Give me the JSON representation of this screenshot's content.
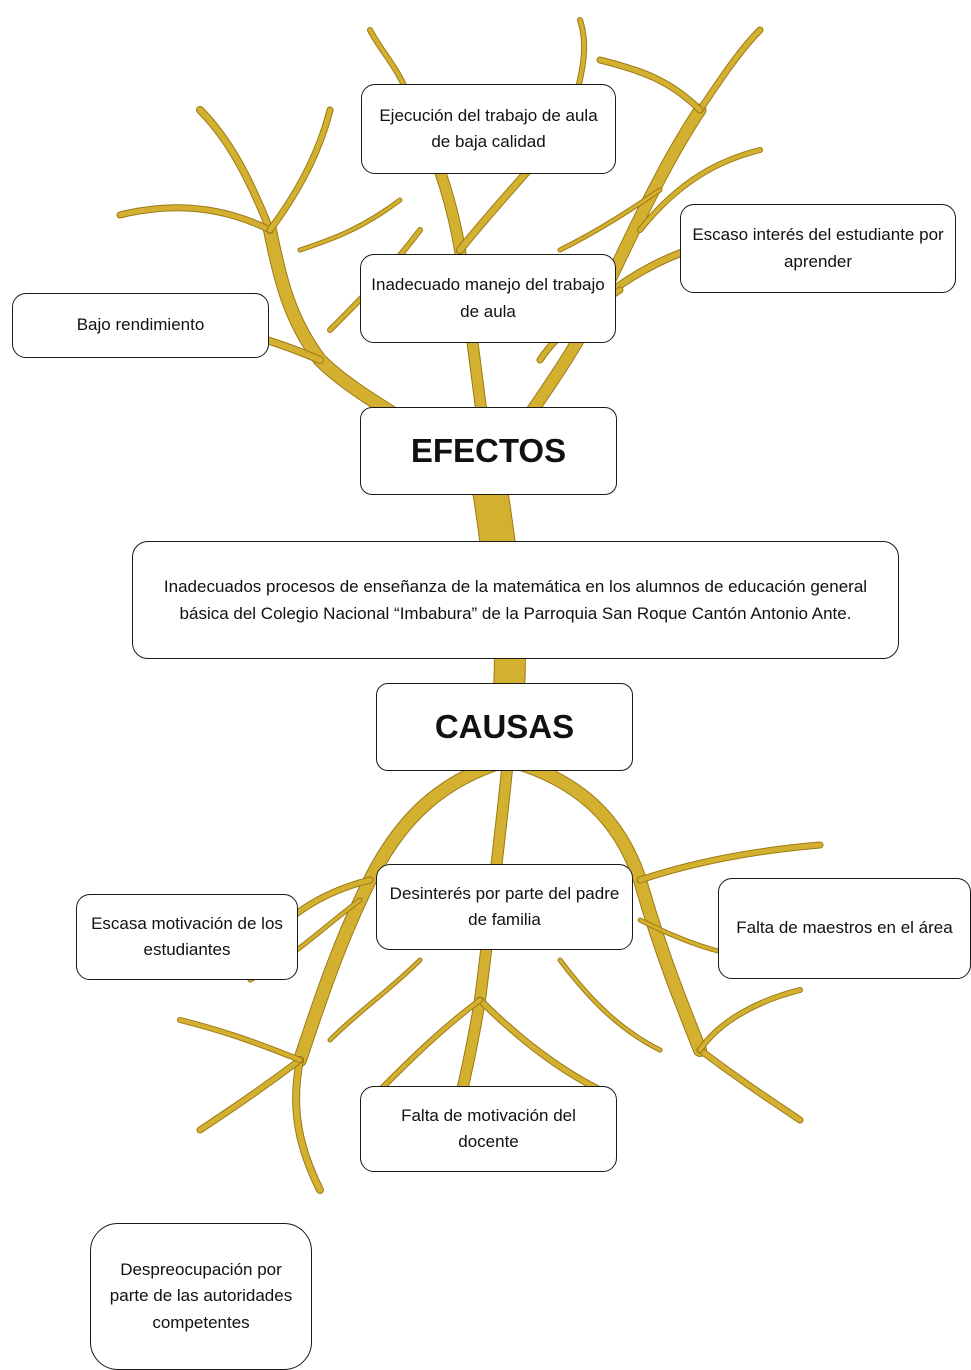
{
  "diagram": {
    "effects_title": "EFECTOS",
    "causes_title": "CAUSAS",
    "problem": "Inadecuados procesos de enseñanza de la matemática en los alumnos de educación general básica del Colegio Nacional “Imbabura” de la Parroquia San Roque Cantón Antonio Ante.",
    "effects": [
      "Ejecución del trabajo de aula de baja calidad",
      "Escaso interés del estudiante por aprender",
      "Inadecuado manejo del trabajo de aula",
      "Bajo rendimiento"
    ],
    "causes": [
      "Desinterés por parte del padre de familia",
      "Escasa motivación de los estudiantes",
      "Falta de maestros en el área",
      "Falta de motivación del docente",
      "Despreocupación por parte de las autoridades competentes"
    ]
  },
  "colors": {
    "branch": "#d4b030",
    "branch_dark": "#9c7a14",
    "box_border": "#1a1a1a"
  }
}
